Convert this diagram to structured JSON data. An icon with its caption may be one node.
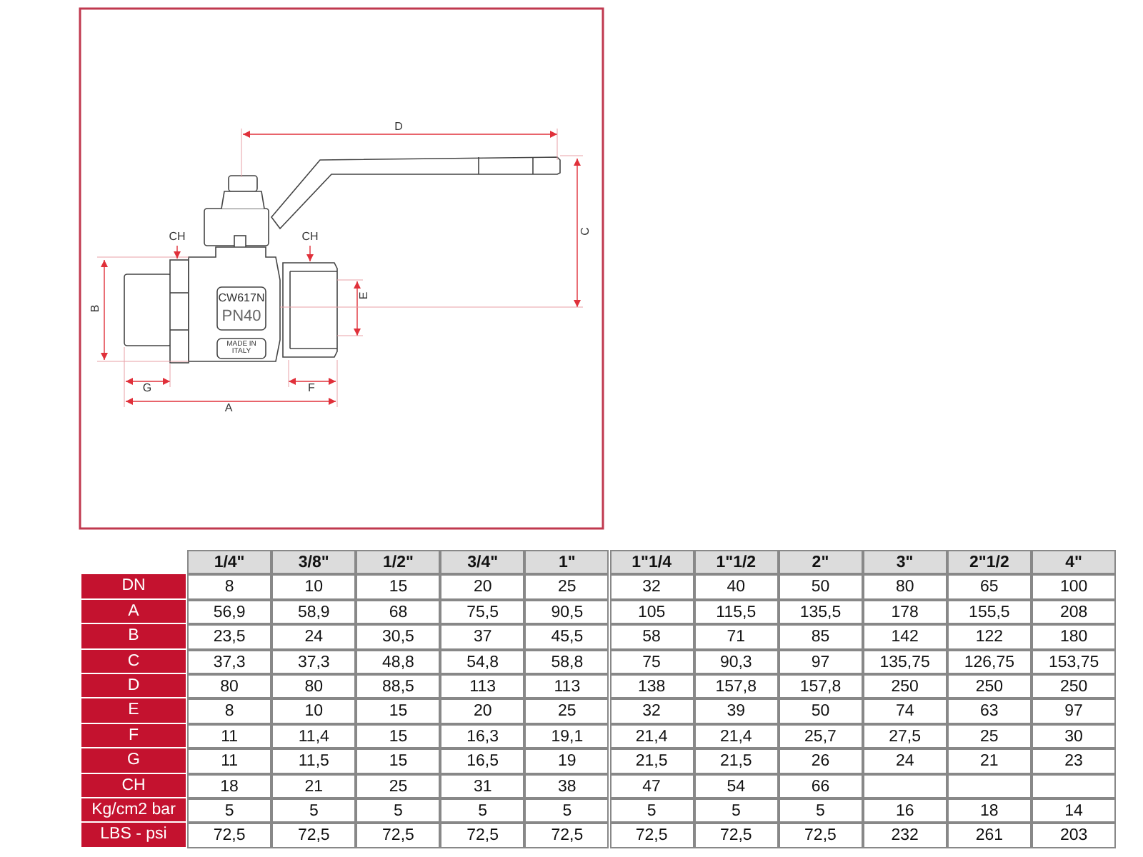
{
  "diagram": {
    "labels": [
      "D",
      "C",
      "CH",
      "CH",
      "B",
      "E",
      "G",
      "F",
      "A",
      "CW617N",
      "PN40",
      "MADE IN ITALY",
      "1/4\"",
      "3/8\"",
      "1/2\"",
      "3/4\"",
      "1\"",
      "1\"1/4",
      "1\"1/2",
      "2\"",
      "3\"",
      "2\"1/2",
      "4\"",
      "DN",
      "8",
      "10",
      "15",
      "20",
      "25",
      "32",
      "40",
      "50",
      "80",
      "65",
      "100",
      "A",
      "56,9",
      "58,9",
      "68",
      "75,5",
      "90,5",
      "105",
      "115,5",
      "135,5",
      "178",
      "155,5",
      "208",
      "B",
      "23,5",
      "24",
      "30,5",
      "37",
      "45,5",
      "58",
      "71",
      "85",
      "142",
      "122",
      "180",
      "C",
      "37,3",
      "37,3",
      "48,8",
      "54,8",
      "58,8",
      "75",
      "90,3",
      "97",
      "135,75",
      "126,75",
      "153,75",
      "D",
      "80",
      "80",
      "88,5",
      "113",
      "113",
      "138",
      "157,8",
      "157,8",
      "250",
      "250",
      "250",
      "E",
      "8",
      "10",
      "15",
      "20",
      "25",
      "32",
      "39",
      "50",
      "74",
      "63",
      "97",
      "F",
      "11",
      "11,4",
      "15",
      "16,3",
      "19,1",
      "21,4",
      "21,4",
      "25,7",
      "27,5",
      "25",
      "30",
      "G",
      "11",
      "11,5",
      "15",
      "16,5",
      "19",
      "21,5",
      "21,5",
      "26",
      "24",
      "21",
      "23",
      "CH",
      "18",
      "21",
      "25",
      "31",
      "38",
      "47",
      "54",
      "66",
      "Kg/cm2 bar",
      "5",
      "5",
      "5",
      "5",
      "5",
      "5",
      "5",
      "5",
      "16",
      "18",
      "14",
      "LBS - psi",
      "72,5",
      "72,5",
      "72,5",
      "72,5",
      "72,5",
      "72,5",
      "72,5",
      "72,5",
      "232",
      "261",
      "203"
    ]
  }
}
